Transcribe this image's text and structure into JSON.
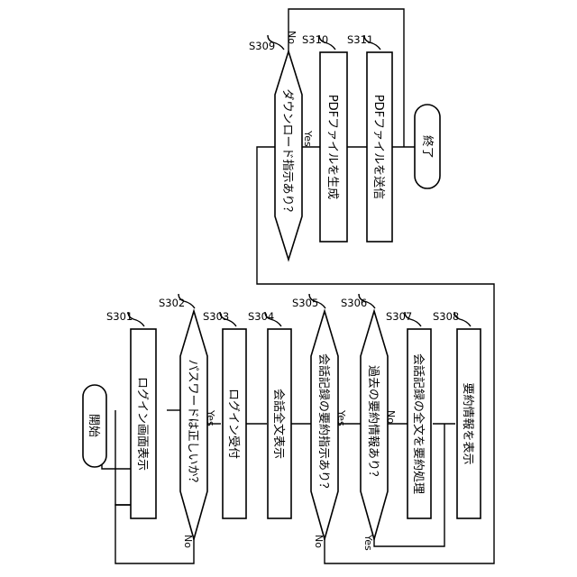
{
  "flow1": {
    "start": "開始",
    "s301": {
      "id": "S301",
      "text": "ログイン画面表示"
    },
    "s302": {
      "id": "S302",
      "text": "パスワードは正しいか？",
      "yes": "Yes",
      "no": "No"
    },
    "s303": {
      "id": "S303",
      "text": "ログイン受付"
    },
    "s304": {
      "id": "S304",
      "text": "会話全文表示"
    },
    "s305": {
      "id": "S305",
      "text": "会話記録の要約指示あり？",
      "yes": "Yes",
      "no": "No"
    },
    "s306": {
      "id": "S306",
      "text": "過去の要約情報あり？",
      "yes": "Yes",
      "no": "No"
    },
    "s307": {
      "id": "S307",
      "text": "会話記録の全文を要約処理"
    },
    "s308": {
      "id": "S308",
      "text": "要約情報を表示"
    }
  },
  "flow2": {
    "s309": {
      "id": "S309",
      "text": "ダウンロード指示あり？",
      "yes": "Yes",
      "no": "No"
    },
    "s310": {
      "id": "S310",
      "text": "PDFファイルを生成"
    },
    "s311": {
      "id": "S311",
      "text": "PDFファイルを送信"
    },
    "end": "終了"
  }
}
